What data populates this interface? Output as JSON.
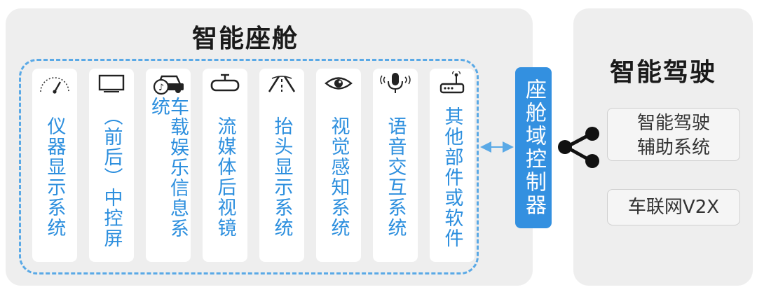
{
  "diagram": {
    "cockpit_title": "智能座舱",
    "driving_title": "智能驾驶",
    "columns": [
      {
        "label": "仪器显示系统",
        "icon": "gauge-icon"
      },
      {
        "label": "（前后）中控屏",
        "icon": "screen-icon"
      },
      {
        "label": "车载娱乐信息系统",
        "icon": "car-music-icon"
      },
      {
        "label": "流媒体后视镜",
        "icon": "rearview-mirror-icon"
      },
      {
        "label": "抬头显示系统",
        "icon": "road-icon"
      },
      {
        "label": "视觉感知系统",
        "icon": "eye-icon"
      },
      {
        "label": "语音交互系统",
        "icon": "microphone-icon"
      },
      {
        "label": "其他部件或软件",
        "icon": "router-icon"
      }
    ],
    "controller_label": "座舱域控制器",
    "adas_line1": "智能驾驶",
    "adas_line2": "辅助系统",
    "v2x_label": "车联网V2X",
    "colors": {
      "accent_blue": "#2d8fde",
      "controller_blue": "#3390e0",
      "dashed_border": "#5aa9e6",
      "panel_gray": "#eeeeee"
    }
  }
}
